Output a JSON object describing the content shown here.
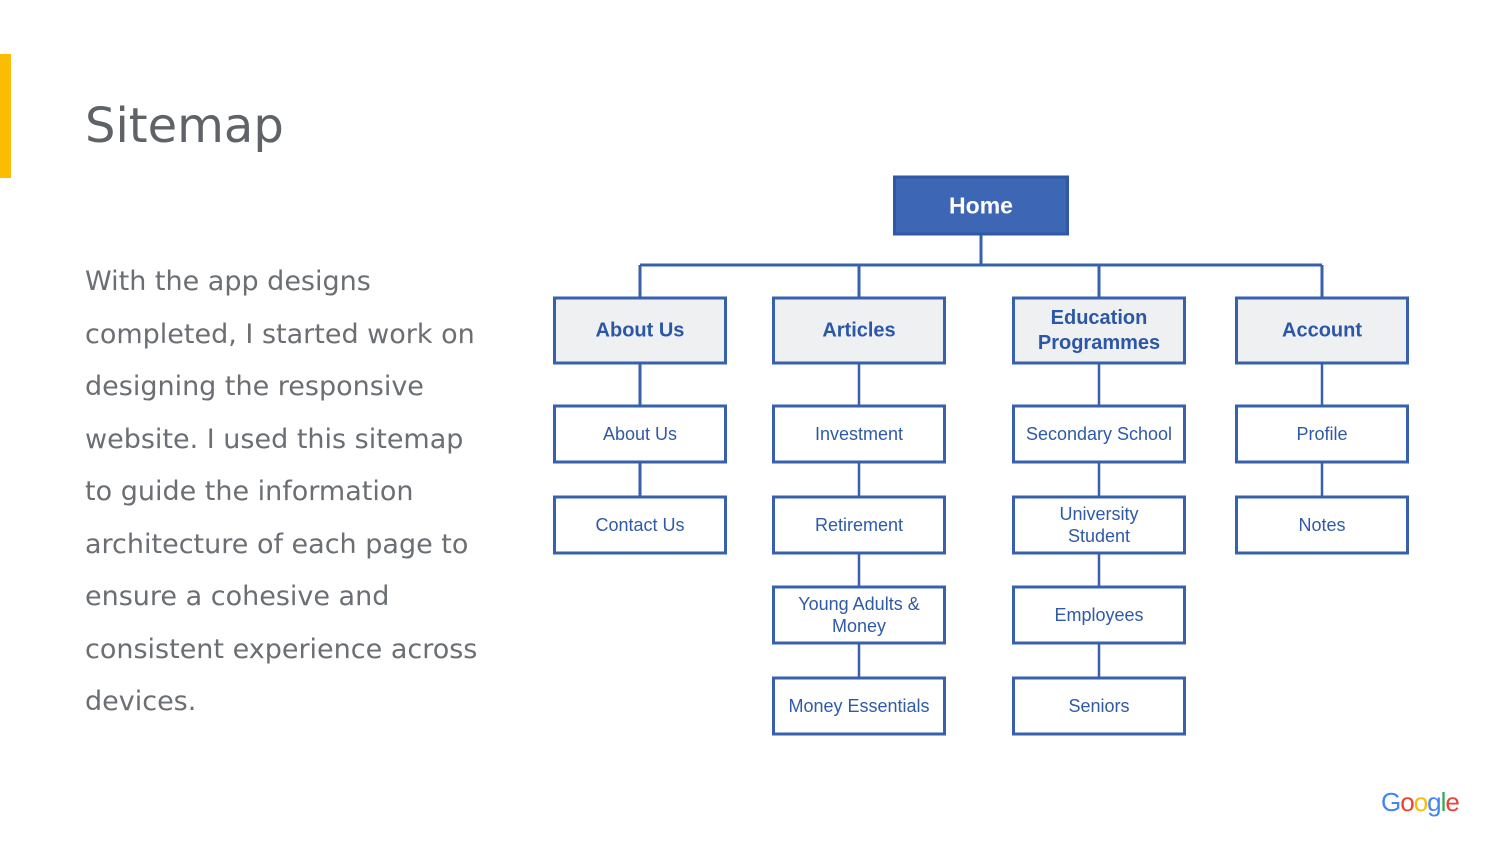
{
  "slide": {
    "title": "Sitemap",
    "body": "With the app designs completed, I started work on designing the responsive website. I used this sitemap to guide the information architecture of each page to ensure a cohesive and consistent experience across devices.",
    "accent_color": "#fbbc05"
  },
  "sitemap": {
    "root": "Home",
    "categories": [
      {
        "label": "About Us",
        "children": [
          "About Us",
          "Contact Us"
        ]
      },
      {
        "label": "Articles",
        "children": [
          "Investment",
          "Retirement",
          "Young Adults & Money",
          "Money Essentials"
        ]
      },
      {
        "label": "Education Programmes",
        "children": [
          "Secondary School",
          "University Student",
          "Employees",
          "Seniors"
        ]
      },
      {
        "label": "Account",
        "children": [
          "Profile",
          "Notes"
        ]
      }
    ],
    "colors": {
      "root_fill": "#3d67b5",
      "border": "#3761ad",
      "category_fill": "#eff0f2",
      "text": "#2f5aa8"
    }
  },
  "footer": {
    "logo_letters": [
      "G",
      "o",
      "o",
      "g",
      "l",
      "e"
    ],
    "logo_colors": [
      "#4285f4",
      "#ea4335",
      "#fbbc05",
      "#4285f4",
      "#34a853",
      "#ea4335"
    ]
  }
}
